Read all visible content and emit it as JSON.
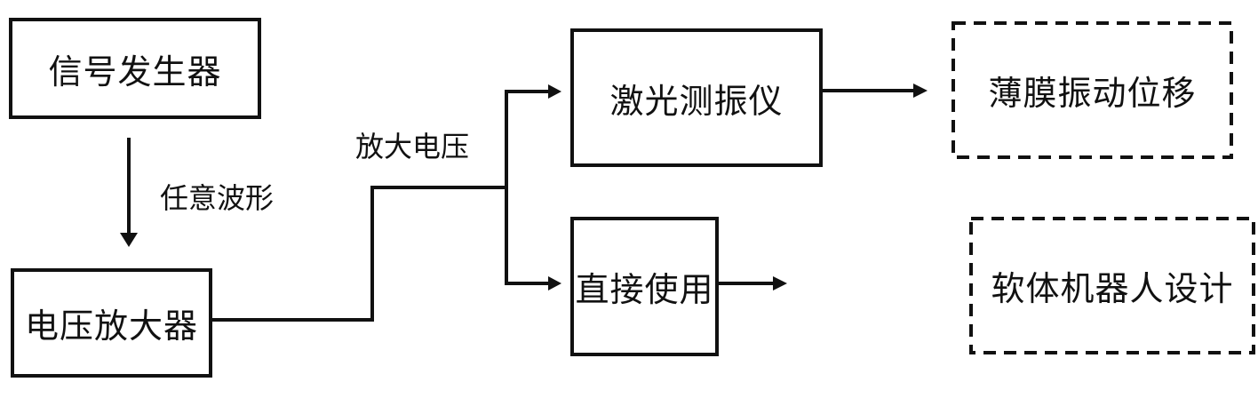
{
  "diagram": {
    "nodes": {
      "signal_generator": {
        "label": "信号发生器",
        "style": "solid"
      },
      "voltage_amplifier": {
        "label": "电压放大器",
        "style": "solid"
      },
      "laser_vibrometer": {
        "label": "激光测振仪",
        "style": "solid"
      },
      "direct_use": {
        "label": "直接使用",
        "style": "solid"
      },
      "film_displacement": {
        "label": "薄膜振动位移",
        "style": "dashed"
      },
      "soft_robot_design": {
        "label": "软体机器人设计",
        "style": "dashed"
      }
    },
    "edges": [
      {
        "from": "signal_generator",
        "to": "voltage_amplifier",
        "label": "任意波形"
      },
      {
        "from": "voltage_amplifier",
        "to": "laser_vibrometer",
        "label": "放大电压"
      },
      {
        "from": "voltage_amplifier",
        "to": "direct_use",
        "label": "放大电压"
      },
      {
        "from": "laser_vibrometer",
        "to": "film_displacement",
        "label": ""
      },
      {
        "from": "direct_use",
        "to": "soft_robot_design",
        "label": ""
      }
    ],
    "edge_labels": {
      "arbitrary_waveform": "任意波形",
      "amplified_voltage": "放大电压"
    },
    "colors": {
      "stroke": "#111111",
      "background": "#ffffff"
    }
  }
}
